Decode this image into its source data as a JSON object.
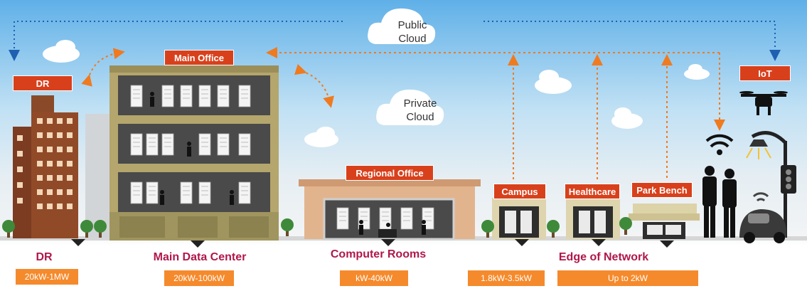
{
  "clouds": {
    "public": [
      "Public",
      "Cloud"
    ],
    "private": [
      "Private",
      "Cloud"
    ]
  },
  "sites": {
    "dr": "DR",
    "main_office": "Main Office",
    "regional_office": "Regional Office",
    "campus": "Campus",
    "healthcare": "Healthcare",
    "park_bench": "Park Bench",
    "iot": "IoT"
  },
  "categories": {
    "dr": {
      "label": "DR",
      "range": "20kW-1MW"
    },
    "main_data_center": {
      "label": "Main Data Center",
      "range": "20kW-100kW"
    },
    "computer_rooms": {
      "label": "Computer Rooms",
      "range": "kW-40kW"
    },
    "campus": {
      "range": "1.8kW-3.5kW"
    },
    "edge_of_network": {
      "label": "Edge of Network",
      "range": "Up to 2kW"
    }
  },
  "colors": {
    "accent": "#d8401c",
    "range": "#f58a2c",
    "category": "#b0174b",
    "link_blue": "#1f5fb0",
    "link_orange": "#f07a1e"
  }
}
